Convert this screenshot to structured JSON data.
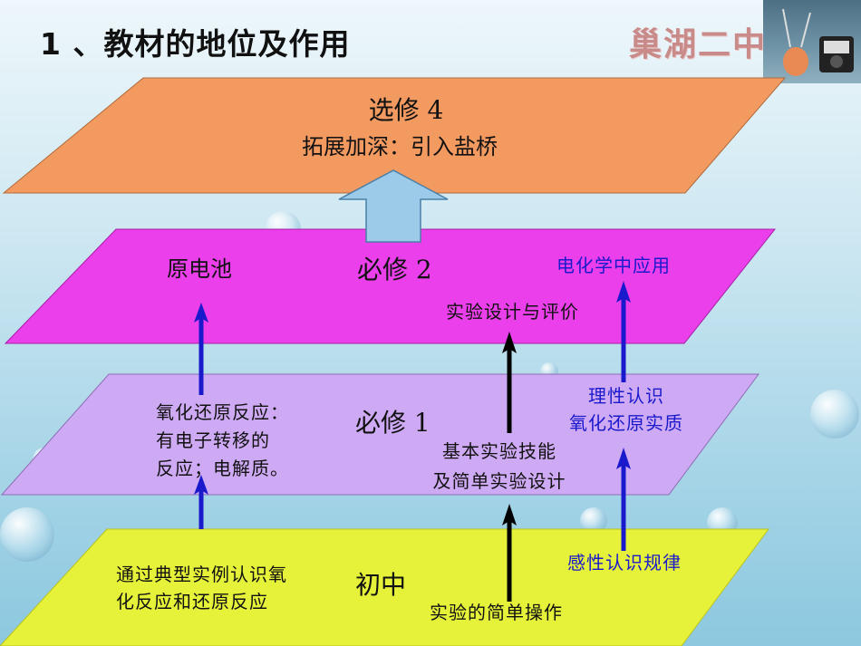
{
  "slide": {
    "title": "1 、教材的地位及作用",
    "logo_text": "巢湖二中",
    "photo": "lab-equipment-photo"
  },
  "layers": {
    "xuanxiu4": {
      "name": "选修 4",
      "subtitle": "拓展加深：引入盐桥",
      "color": "#f39a61"
    },
    "bixiu2": {
      "name": "必修 2",
      "color": "#ea3fea"
    },
    "bixiu1": {
      "name": "必修 1",
      "color": "#cfaaf4"
    },
    "chuzhong": {
      "name": "初中",
      "color": "#e6f23a"
    }
  },
  "labels": {
    "yuandianchi": "原电池",
    "dianhuaxue": "电化学中应用",
    "shiyan_sheji": "实验设计与评价",
    "yanghuahuanyuan": [
      "氧化还原反应：",
      "有电子转移的",
      "反应；电解质。"
    ],
    "jiben_shiyan": [
      "基本实验技能",
      "及简单实验设计"
    ],
    "lixing": [
      "理性认识",
      "氧化还原实质"
    ],
    "tongguo": [
      "通过典型实例认识氧",
      "化反应和还原反应"
    ],
    "ganxing": "感性认识规律",
    "shiyan_caozuo": "实验的简单操作"
  },
  "colors": {
    "arrow_blue": "#1a1acc",
    "arrow_black": "#000000",
    "arrow_up_fill": "#9ccbea"
  }
}
